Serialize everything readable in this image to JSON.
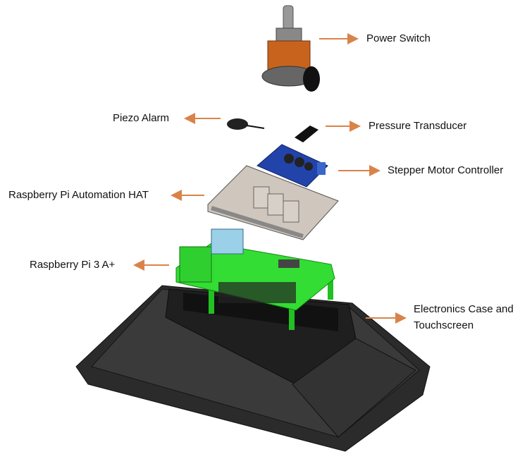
{
  "accent_color": "#d9834a",
  "labels": {
    "power_switch": "Power Switch",
    "piezo_alarm": "Piezo Alarm",
    "pressure_transducer": "Pressure Transducer",
    "stepper_motor_controller": "Stepper Motor Controller",
    "automation_hat": "Raspberry Pi Automation HAT",
    "raspberry_pi": "Raspberry Pi 3 A+",
    "case_line1": "Electronics Case and",
    "case_line2": "Touchscreen"
  }
}
